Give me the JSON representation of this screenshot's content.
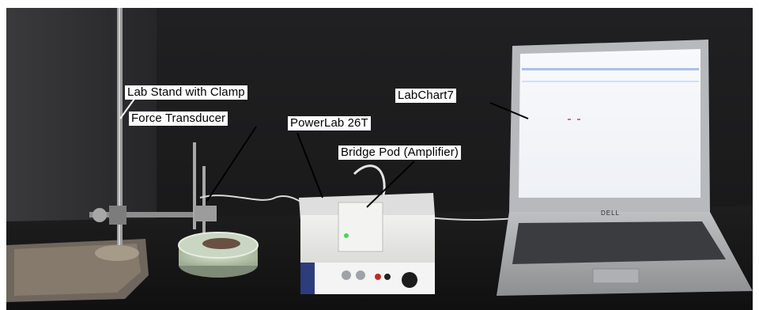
{
  "callouts": {
    "lab_stand": "Lab Stand with Clamp",
    "force_transducer": "Force Transducer",
    "powerlab": "PowerLab 26T",
    "bridge_pod": "Bridge Pod (Amplifier)",
    "labchart": "LabChart7"
  },
  "laptop": {
    "brand": "DELL"
  },
  "colors": {
    "background": "#1d1d1f",
    "table": "#141414",
    "label_bg": "#ffffff",
    "screen": "#f4f6fa",
    "device": "#e8e8e6",
    "liquid": "#c9d6c2"
  }
}
